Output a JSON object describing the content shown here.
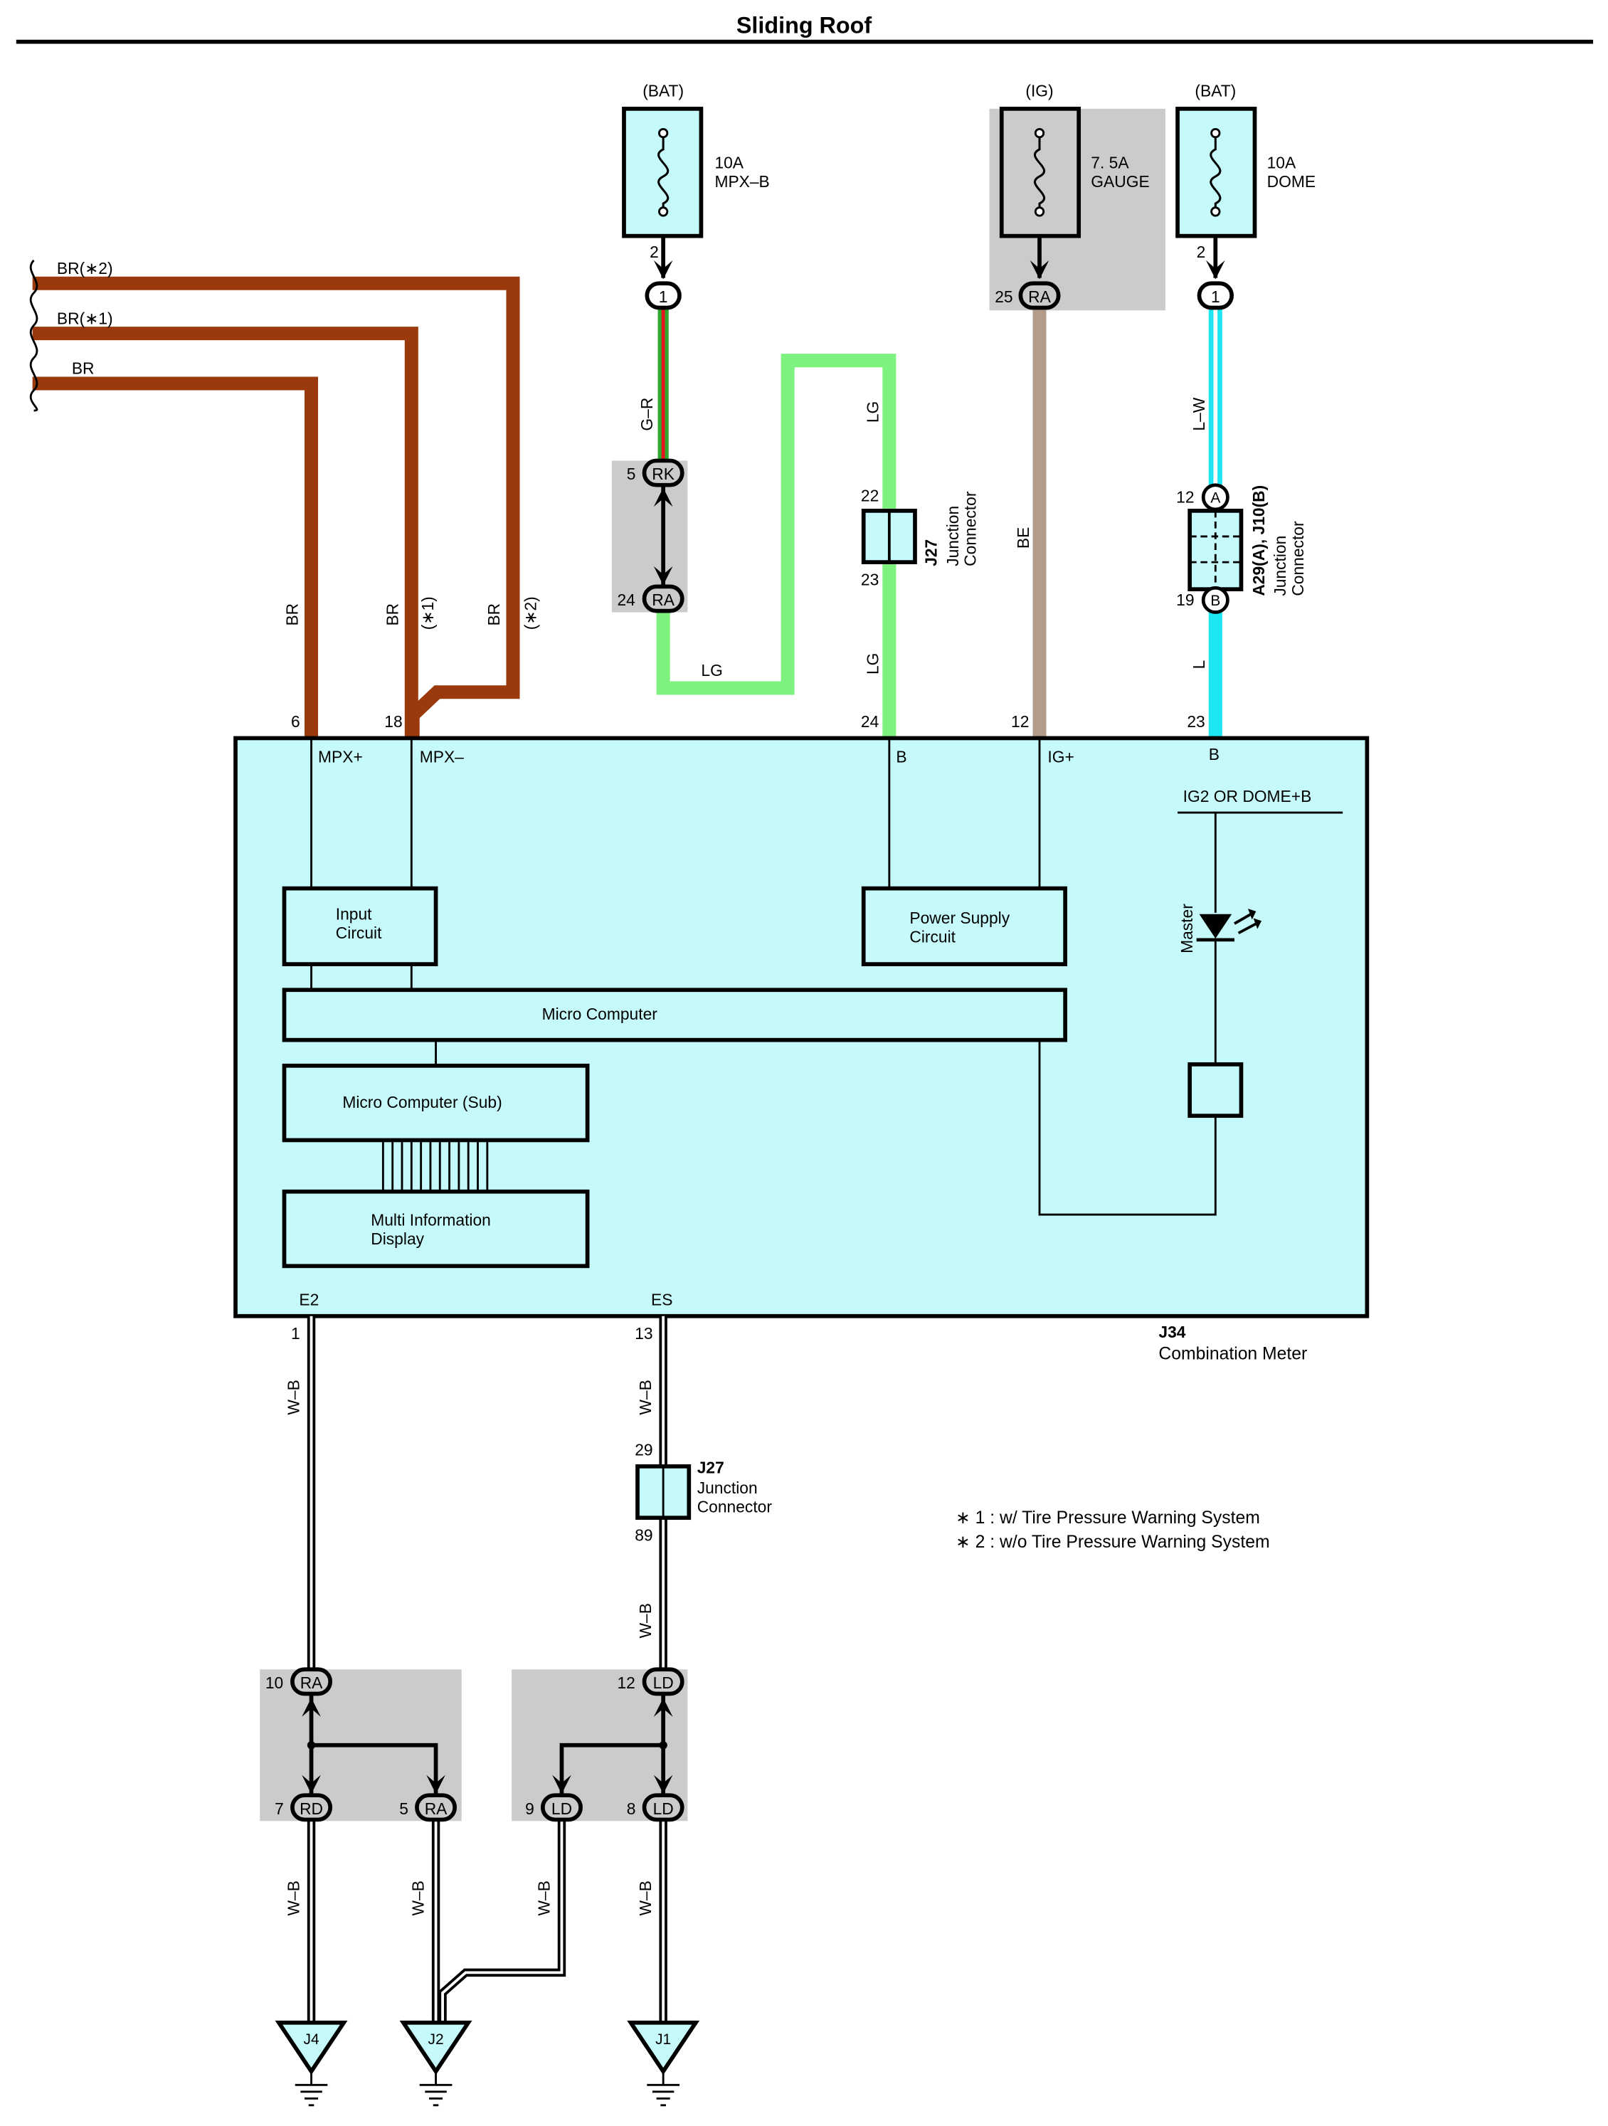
{
  "title": "Sliding Roof",
  "colors": {
    "br": "#9a3a0c",
    "lg": "#7ef27e",
    "be": "#b39c8a",
    "l": "#1ce6f2",
    "lw": "#b8f4f8",
    "fill": "#c6fafa",
    "grey": "#cbcbcb",
    "gr_green": "#2fa82f",
    "gr_red": "#e8141e"
  },
  "fuses": {
    "mpxb": {
      "source": "(BAT)",
      "line1": "10A",
      "line2": "MPX–B",
      "pin": "2",
      "conn_pin": "1"
    },
    "gauge": {
      "source": "(IG)",
      "line1": "7. 5A",
      "line2": "GAUGE",
      "pin": "25",
      "conn": "RA"
    },
    "dome": {
      "source": "(BAT)",
      "line1": "10A",
      "line2": "DOME",
      "pin": "2",
      "conn_pin": "1"
    }
  },
  "left_wires": {
    "br2": "BR(∗2)",
    "br1": "BR(∗1)",
    "br": "BR"
  },
  "left_vertical_labels": {
    "br": "BR",
    "br1": "BR",
    "br1_note": "(∗1)",
    "br2": "BR",
    "br2_note": "(∗2)"
  },
  "gr_wire": {
    "label": "G–R",
    "rk_pin": "5",
    "rk": "RK",
    "ra_pin": "24",
    "ra": "RA",
    "lg_label": "LG"
  },
  "j27_top": {
    "wire_label_top": "LG",
    "pin_top": "22",
    "pin_bottom": "23",
    "wire_label_bottom": "LG",
    "id": "J27",
    "line1": "Junction",
    "line2": "Connector"
  },
  "be_wire": {
    "label": "BE"
  },
  "dome_wire": {
    "label_top": "L–W",
    "pin_a": "12",
    "a": "A",
    "pin_b": "19",
    "b": "B",
    "label_bottom": "L",
    "id": "A29(A), J10(B)",
    "line1": "Junction",
    "line2": "Connector"
  },
  "meter": {
    "pins_top": {
      "p6": "6",
      "p18": "18",
      "p24": "24",
      "p12": "12",
      "p23": "23"
    },
    "terminals": {
      "mpx_plus": "MPX+",
      "mpx_minus": "MPX–",
      "b": "B",
      "ig_plus": "IG+",
      "b2": "B",
      "e2": "E2",
      "es": "ES"
    },
    "ig2_dome": "IG2 OR DOME+B",
    "master": "Master",
    "input_circuit": [
      "Input",
      "Circuit"
    ],
    "power_supply": [
      "Power Supply",
      "Circuit"
    ],
    "micro_computer": "Micro Computer",
    "micro_computer_sub": "Micro Computer (Sub)",
    "mid": [
      "Multi Information",
      "Display"
    ],
    "id": "J34",
    "name": "Combination Meter"
  },
  "bottom": {
    "pin1": "1",
    "pin13": "13",
    "wb": "W–B",
    "j27": {
      "pin_top": "29",
      "pin_bottom": "89",
      "id": "J27",
      "line1": "Junction",
      "line2": "Connector"
    },
    "splice_a": {
      "in_pin": "10",
      "in": "RA",
      "out1_pin": "7",
      "out1": "RD",
      "out2_pin": "5",
      "out2": "RA"
    },
    "splice_b": {
      "in_pin": "12",
      "in": "LD",
      "out1_pin": "9",
      "out1": "LD",
      "out2_pin": "8",
      "out2": "LD"
    },
    "grounds": {
      "j4": "J4",
      "j2": "J2",
      "j1": "J1"
    }
  },
  "notes": {
    "n1": "∗ 1 : w/ Tire Pressure Warning System",
    "n2": "∗ 2 : w/o Tire Pressure Warning System"
  }
}
